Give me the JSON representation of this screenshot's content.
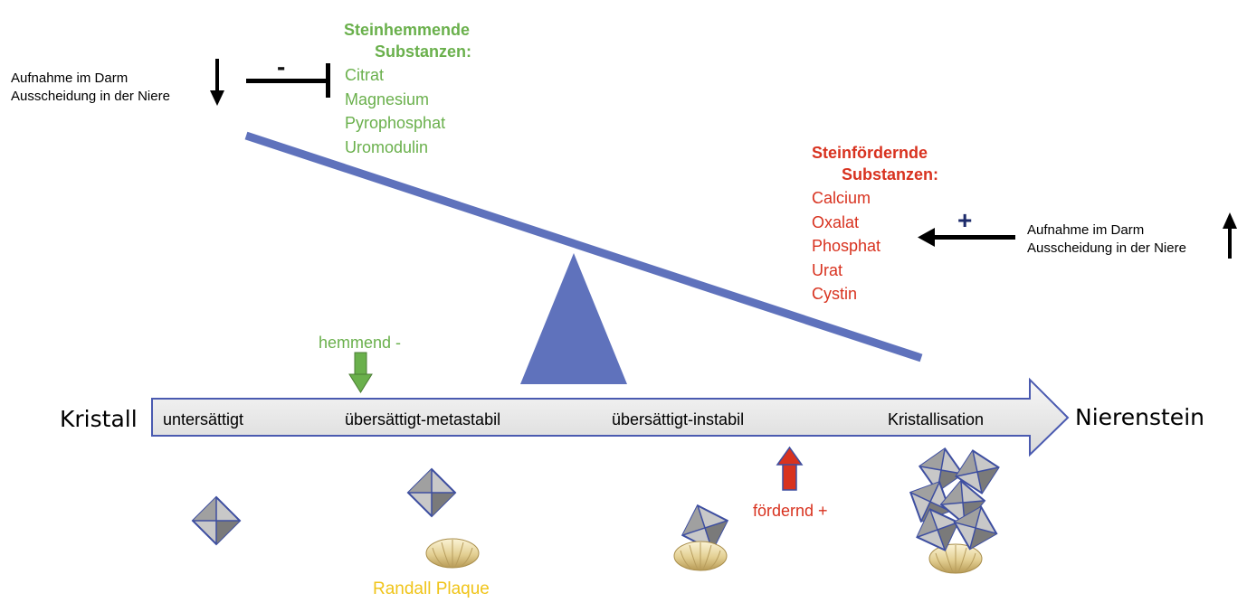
{
  "inhibit": {
    "heading_line1": "Steinhemmende",
    "heading_line2": "Substanzen:",
    "items": [
      "Citrat",
      "Magnesium",
      "Pyrophosphat",
      "Uromodulin"
    ],
    "note_line1": "Aufnahme im Darm",
    "note_line2": "Ausscheidung in der Niere",
    "sign": "-",
    "color": "#6ab04c"
  },
  "promote": {
    "heading_line1": "Steinfördernde",
    "heading_line2": "Substanzen:",
    "items": [
      "Calcium",
      "Oxalat",
      "Phosphat",
      "Urat",
      "Cystin"
    ],
    "note_line1": "Aufnahme im Darm",
    "note_line2": "Ausscheidung in der Niere",
    "sign": "+",
    "color": "#d8321f"
  },
  "scale": {
    "start": "Kristall",
    "end": "Nierenstein",
    "stages": [
      "untersättigt",
      "übersättigt-metastabil",
      "übersättigt-instabil",
      "Kristallisation"
    ],
    "hemmend": "hemmend  -",
    "foerdernd": "fördernd   +",
    "plaque": "Randall Plaque"
  },
  "colors": {
    "beam": "#5f72bc",
    "crystal_edge": "#3d4ea0",
    "crystal_light": "#c8c8c8",
    "crystal_dark": "#7a7a7a",
    "plaque": "#f0c419"
  }
}
